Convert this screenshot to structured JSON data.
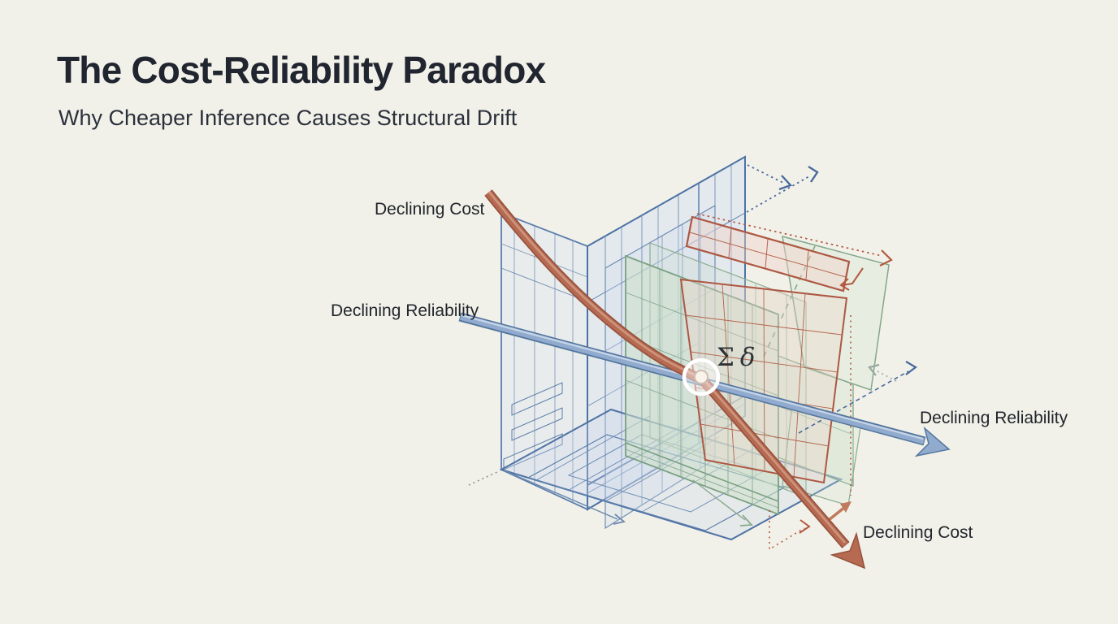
{
  "slide": {
    "title": "The Cost-Reliability Paradox",
    "subtitle": "Why Cheaper Inference Causes Structural Drift"
  },
  "diagram": {
    "labels": {
      "cost_left": "Declining Cost",
      "reliability_left": "Declining Reliability",
      "reliability_right": "Declining Reliability",
      "cost_right": "Declining Cost",
      "sum_symbol": "Σ",
      "delta_symbol": "δ"
    },
    "colors": {
      "background": "#f1f1e9",
      "title_text": "#20252f",
      "cost_arrow": "#b56a51",
      "reliability_arrow": "#91abce",
      "structure_blue": "#4d72a5",
      "structure_green": "#79a082",
      "structure_red": "#ad5742"
    }
  }
}
